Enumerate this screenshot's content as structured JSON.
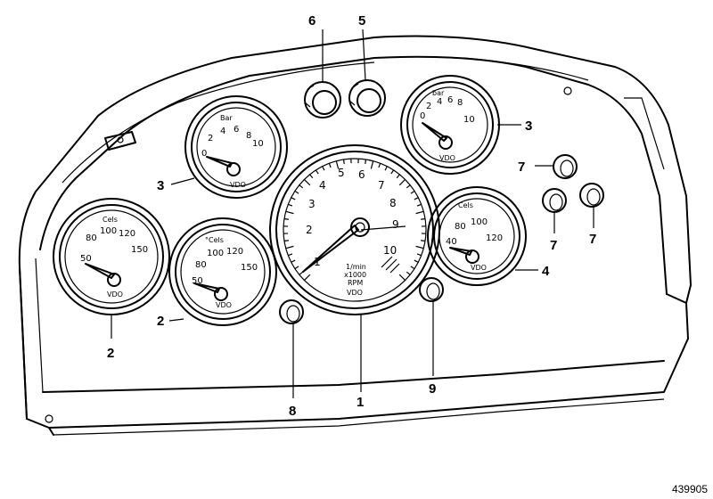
{
  "diagram": {
    "reference_number": "439905",
    "callouts": {
      "tachometer": "1",
      "temp_left_large": "2",
      "temp_left_small": "2",
      "pressure_left": "3",
      "pressure_right": "3",
      "temp_right": "4",
      "switch_center_right": "5",
      "switch_center_left": "6",
      "light_top_right": "7",
      "light_mid_left": "7",
      "light_mid_right": "7",
      "light_bottom_left": "8",
      "light_bottom_right": "9"
    },
    "gauges": {
      "tachometer": {
        "ticks": [
          "1",
          "2",
          "3",
          "4",
          "5",
          "6",
          "7",
          "8",
          "9",
          "10"
        ],
        "unit_line1": "1/min",
        "unit_line2": "x1000",
        "unit_line3": "RPM",
        "brand": "VDO"
      },
      "temp_left_large": {
        "unit": "Cels",
        "ticks": [
          "50",
          "80",
          "100",
          "120",
          "150"
        ],
        "brand": "VDO"
      },
      "temp_left_small": {
        "unit": "°Cels",
        "ticks": [
          "50",
          "80",
          "100",
          "120",
          "150"
        ],
        "brand": "VDO"
      },
      "pressure_left": {
        "unit": "Bar",
        "ticks": [
          "0",
          "2",
          "4",
          "6",
          "8",
          "10"
        ],
        "brand": "VDO"
      },
      "pressure_right": {
        "unit": "bar",
        "ticks": [
          "0",
          "2",
          "4",
          "6",
          "8",
          "10"
        ],
        "brand": "VDO"
      },
      "temp_right": {
        "unit": "Cels",
        "ticks": [
          "40",
          "80",
          "100",
          "120"
        ],
        "brand": "VDO"
      }
    }
  }
}
